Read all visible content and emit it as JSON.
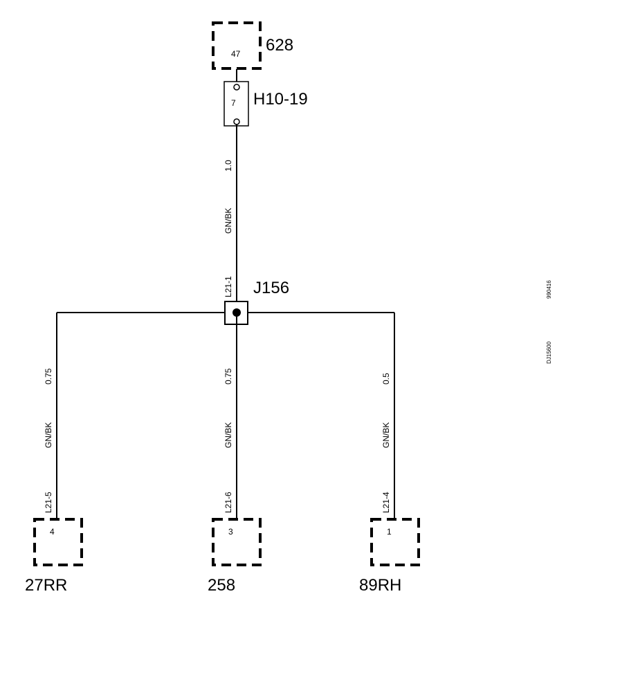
{
  "diagram": {
    "top_connector": {
      "id": "628",
      "pin": "47"
    },
    "splice_connector": {
      "id": "H10-19",
      "pin": "7"
    },
    "junction": {
      "id": "J156",
      "wire_label": "L21-1"
    },
    "main_wire": {
      "size": "1.0",
      "color": "GN/BK"
    },
    "branches": [
      {
        "size": "0.75",
        "color": "GN/BK",
        "wire_label": "L21-5",
        "pin": "4",
        "connector": "27RR"
      },
      {
        "size": "0.75",
        "color": "GN/BK",
        "wire_label": "L21-6",
        "pin": "3",
        "connector": "258"
      },
      {
        "size": "0.5",
        "color": "GN/BK",
        "wire_label": "L21-4",
        "pin": "1",
        "connector": "89RH"
      }
    ],
    "side_codes": [
      "990416",
      "DJ15600"
    ]
  }
}
